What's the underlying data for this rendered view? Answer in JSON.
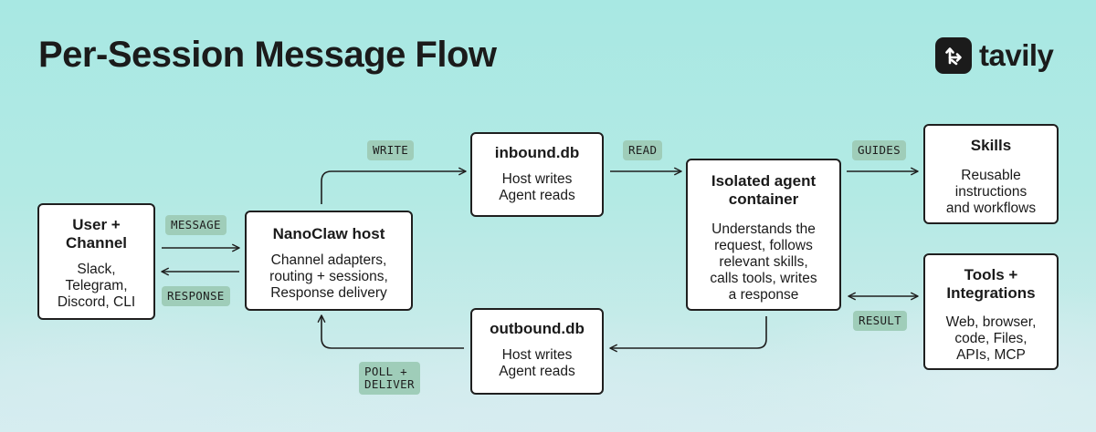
{
  "header": {
    "title": "Per-Session Message Flow",
    "logo_text": "tavily"
  },
  "nodes": {
    "user": {
      "title": "User +\nChannel",
      "body": "Slack,\nTelegram,\nDiscord, CLI"
    },
    "host": {
      "title": "NanoClaw host",
      "body": "Channel adapters,\nrouting + sessions,\nResponse delivery"
    },
    "inbound": {
      "title": "inbound.db",
      "body": "Host writes\nAgent reads"
    },
    "outbound": {
      "title": "outbound.db",
      "body": "Host writes\nAgent reads"
    },
    "agent": {
      "title": "Isolated agent\ncontainer",
      "body": "Understands the\nrequest, follows\nrelevant skills,\ncalls tools, writes\na response"
    },
    "skills": {
      "title": "Skills",
      "body": "Reusable\ninstructions\nand workflows"
    },
    "tools": {
      "title": "Tools +\nIntegrations",
      "body": "Web, browser,\ncode, Files,\nAPIs, MCP"
    }
  },
  "edges": {
    "message": "MESSAGE",
    "response": "RESPONSE",
    "write": "WRITE",
    "read": "READ",
    "guides": "GUIDES",
    "result": "RESULT",
    "poll_deliver": "POLL +\nDELIVER"
  },
  "colors": {
    "tag_bg": "#9fcdb9",
    "box_border": "#1f1f1f",
    "text": "#1a1a1a"
  }
}
